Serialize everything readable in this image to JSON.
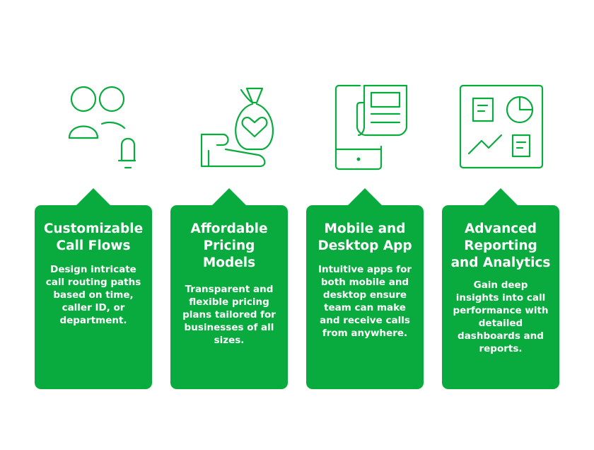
{
  "brand_color": "#0aab3e",
  "features": [
    {
      "icon": "users-bell-icon",
      "title": "Customizable Call Flows",
      "description": "Design intricate call routing paths based on time, caller ID, or department."
    },
    {
      "icon": "money-bag-heart-icon",
      "title": "Affordable Pricing Models",
      "description": "Transparent and flexible pricing plans tailored for businesses of all sizes."
    },
    {
      "icon": "tablet-newspaper-icon",
      "title": "Mobile and Desktop App",
      "description": "Intuitive apps for both mobile and desktop ensure team can make and receive calls from anywhere."
    },
    {
      "icon": "analytics-dashboard-icon",
      "title": "Advanced Reporting and Analytics",
      "description": "Gain deep insights into call performance with detailed dashboards and reports."
    }
  ]
}
